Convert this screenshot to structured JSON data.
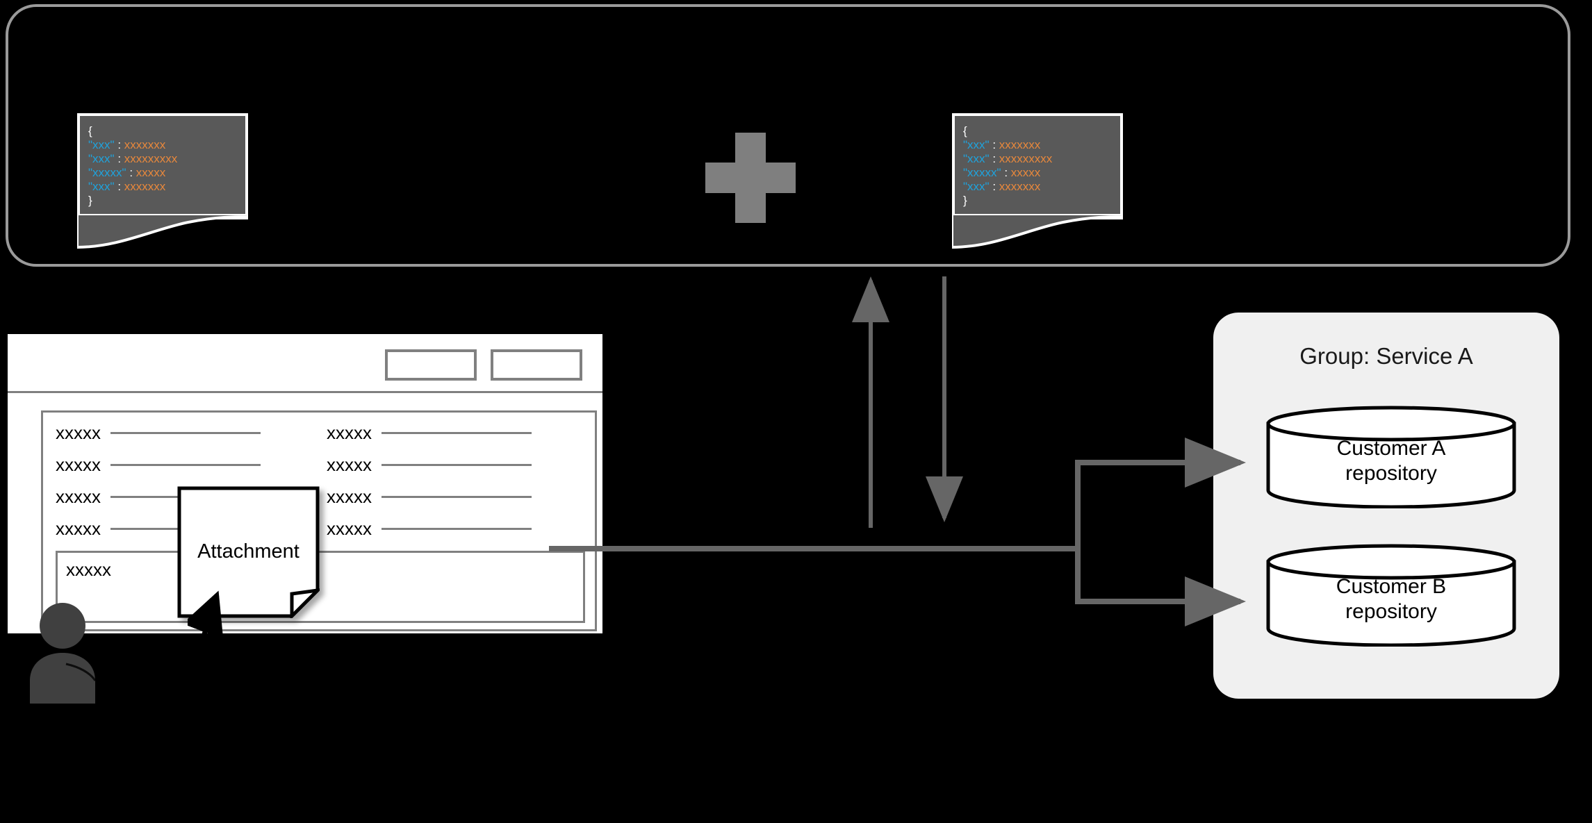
{
  "diagram": {
    "title_region": "data-flow-architecture",
    "colors": {
      "connector": "#666666",
      "panel_bg": "#f0f0f0",
      "json_doc_bg": "#595959",
      "json_key": "#1fa3dd",
      "json_value": "#e8883c",
      "plus": "#7f7f7f",
      "border_gray": "#9a9a9a"
    }
  },
  "payload_container": {
    "name": "payload-group"
  },
  "json_documents": [
    {
      "name": "json-document-left",
      "lines": [
        {
          "brace": "{"
        },
        {
          "key": "\"xxx\"",
          "colon": ":",
          "value": "xxxxxxx"
        },
        {
          "key": "\"xxx\"",
          "colon": ":",
          "value": "xxxxxxxxx"
        },
        {
          "key": "\"xxxxx\"",
          "colon": ":",
          "value": "xxxxx"
        },
        {
          "key": "\"xxx\"",
          "colon": ":",
          "value": "xxxxxxx"
        },
        {
          "brace": "}"
        }
      ]
    },
    {
      "name": "json-document-right",
      "lines": [
        {
          "brace": "{"
        },
        {
          "key": "\"xxx\"",
          "colon": ":",
          "value": "xxxxxxx"
        },
        {
          "key": "\"xxx\"",
          "colon": ":",
          "value": "xxxxxxxxx"
        },
        {
          "key": "\"xxxxx\"",
          "colon": ":",
          "value": "xxxxx"
        },
        {
          "key": "\"xxx\"",
          "colon": ":",
          "value": "xxxxxxx"
        },
        {
          "brace": "}"
        }
      ]
    }
  ],
  "plus_sign": {
    "symbol": "+"
  },
  "form_window": {
    "header_buttons": [
      {
        "label": ""
      },
      {
        "label": ""
      }
    ],
    "field_rows": [
      {
        "left_label": "xxxxx",
        "right_label": "xxxxx"
      },
      {
        "left_label": "xxxxx",
        "right_label": "xxxxx"
      },
      {
        "left_label": "xxxxx",
        "right_label": "xxxxx"
      },
      {
        "left_label": "xxxxx",
        "right_label": "xxxxx"
      }
    ],
    "subpanel_label": "xxxxx"
  },
  "attachment": {
    "label": "Attachment"
  },
  "group_panel": {
    "title": "Group: Service A",
    "repositories": [
      {
        "line1": "Customer A",
        "line2": "repository"
      },
      {
        "line1": "Customer B",
        "line2": "repository"
      }
    ]
  },
  "actor": {
    "name": "user"
  }
}
